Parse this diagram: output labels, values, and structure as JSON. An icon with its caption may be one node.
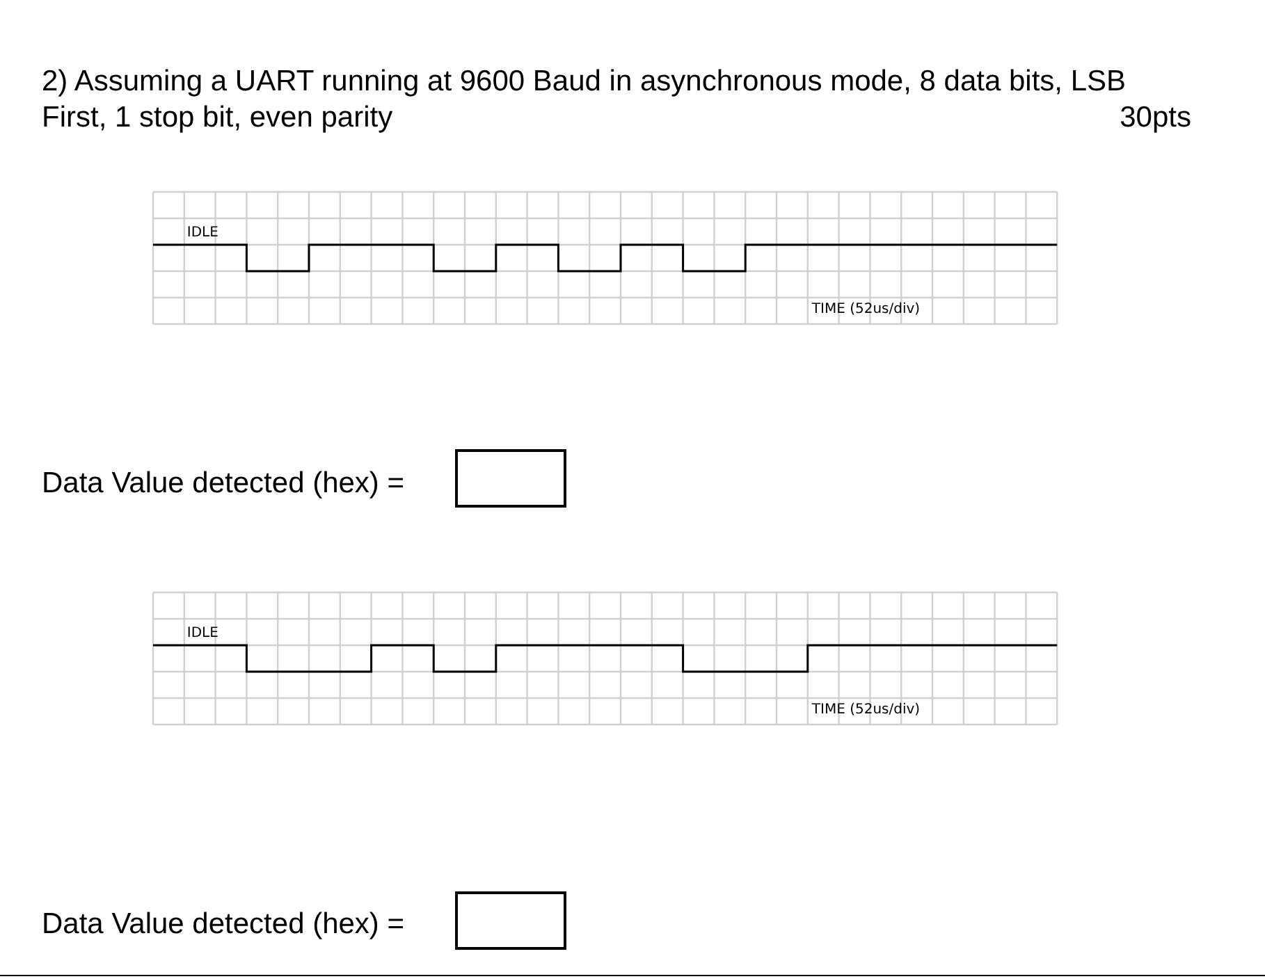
{
  "diagram": {
    "title": "2) Assuming a UART running at 9600 Baud in asynchronous mode, 8 data bits, LSB First, 1 stop bit, even parity",
    "labels": [
      "30pts",
      "IDLE",
      "TIME (52us/div)",
      "Data Value detected (hex) =",
      "IDLE",
      "TIME (52us/div)",
      "Data Value detected (hex) ="
    ]
  }
}
